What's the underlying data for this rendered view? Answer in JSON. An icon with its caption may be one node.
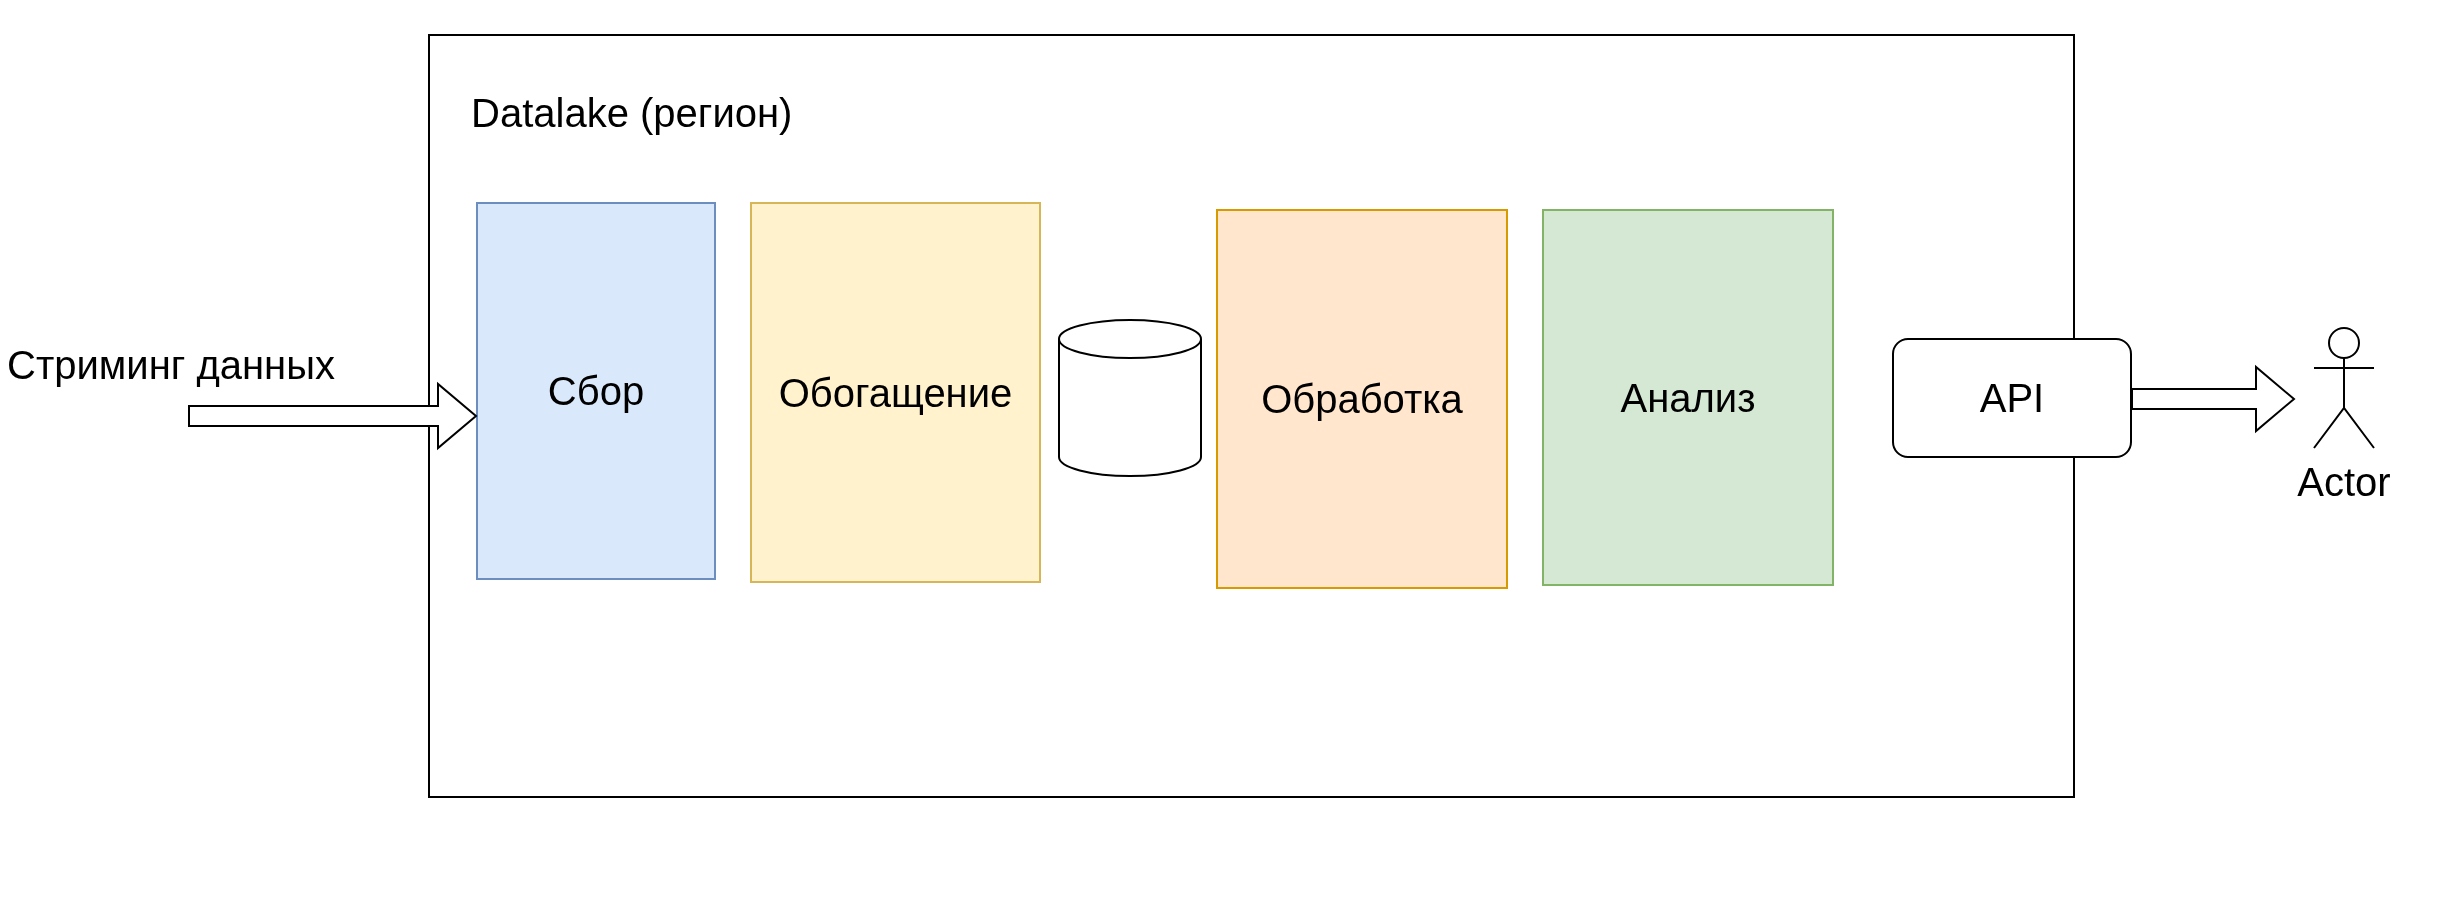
{
  "diagram": {
    "nodes": [
      {
        "text": [
          "Datalake (регион)"
        ]
      },
      {
        "text": [
          "Сбор"
        ],
        "in": 0
      },
      {
        "text": [
          "Обогащение"
        ],
        "in": 0
      },
      {
        "text": [],
        "shape": "cylinder",
        "in": 0
      },
      {
        "text": [
          "Обработка"
        ],
        "in": 0
      },
      {
        "text": [
          "Анализ"
        ],
        "in": 0
      },
      {
        "text": [
          "API"
        ]
      },
      {
        "text": [
          "Actor"
        ]
      }
    ],
    "edges": [
      {
        "from": null,
        "to": 1,
        "arrow": "to",
        "label": "Стриминг данных",
        "style": "thick"
      },
      {
        "from": 6,
        "to": 7,
        "arrow": "to",
        "style": "thick"
      }
    ]
  }
}
